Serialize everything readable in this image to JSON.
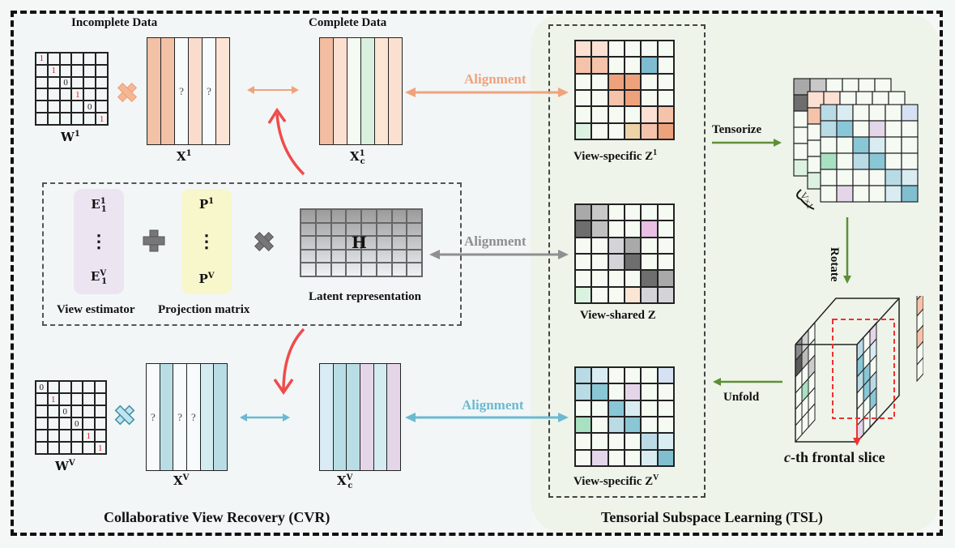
{
  "sections": {
    "cvr_title": "Collaborative View Recovery (CVR)",
    "tsl_title": "Tensorial Subspace Learning (TSL)"
  },
  "incomplete_data": {
    "title": "Incomplete Data",
    "w1_label": "W",
    "w1_sup": "1",
    "w1_diag": [
      "1",
      "1",
      "0",
      "1",
      "0",
      "1"
    ],
    "x1_label": "X",
    "x1_sup": "1",
    "x1_columns": [
      {
        "color": "#f2c1a6",
        "text": ""
      },
      {
        "color": "#f2c1a6",
        "text": ""
      },
      {
        "color": "#f8fbfb",
        "text": "?"
      },
      {
        "color": "#f9dccb",
        "text": ""
      },
      {
        "color": "#f8fbfb",
        "text": "?"
      },
      {
        "color": "#fbe3d5",
        "text": ""
      }
    ],
    "wv_label": "W",
    "wv_sup": "V",
    "wv_diag": [
      "0",
      "1",
      "0",
      "0",
      "1",
      "1"
    ],
    "xv_label": "X",
    "xv_sup": "V",
    "xv_columns": [
      {
        "color": "#f8fbfb",
        "text": "?"
      },
      {
        "color": "#b9dde5",
        "text": ""
      },
      {
        "color": "#f8fbfb",
        "text": "?"
      },
      {
        "color": "#f8fbfb",
        "text": "?"
      },
      {
        "color": "#d4ebf0",
        "text": ""
      },
      {
        "color": "#b9dde5",
        "text": ""
      }
    ]
  },
  "complete_data": {
    "title": "Complete Data",
    "xc1_label": "X",
    "xc1_sup": "1",
    "xc1_sub": "c",
    "xc1_columns": [
      "#f2bda0",
      "#fbe0d2",
      "#f5faf3",
      "#d8f0dd",
      "#fbe6d4",
      "#fbe0d2"
    ],
    "xcv_label": "X",
    "xcv_sup": "V",
    "xcv_sub": "c",
    "xcv_columns": [
      "#d9ebf4",
      "#b9dde5",
      "#b9dde5",
      "#e4d6e8",
      "#d4ebf0",
      "#e4d6e8"
    ]
  },
  "latent": {
    "view_estimator_label": "View estimator",
    "e_top": "E",
    "e_top_sup": "1",
    "e_top_sub": "1",
    "e_bottom": "E",
    "e_bottom_sup": "V",
    "e_bottom_sub": "1",
    "projection_label": "Projection matrix",
    "p_top": "P",
    "p_top_sup": "1",
    "p_bottom": "P",
    "p_bottom_sup": "V",
    "dots": "⋮",
    "h_label": "H",
    "latent_label": "Latent representation"
  },
  "alignment": {
    "top": "Alignment",
    "middle": "Alignment",
    "bottom": "Alignment",
    "colors": {
      "top": "#f0a27c",
      "middle": "#8f8f8f",
      "bottom": "#6bbad1"
    }
  },
  "z_matrices": {
    "z1_label": "View-specific Z",
    "z1_sup": "1",
    "z1_cells": [
      [
        "#fbe0d3",
        "#fbe0d3",
        "",
        "",
        "",
        ""
      ],
      [
        "#f5c3aa",
        "#f5c3aa",
        "",
        "",
        "#7fbcd2",
        ""
      ],
      [
        "",
        "",
        "#eea27c",
        "#eea27c",
        "",
        ""
      ],
      [
        "",
        "",
        "#f5c3aa",
        "#eea27c",
        "",
        ""
      ],
      [
        "",
        "",
        "",
        "",
        "#fbe0d3",
        "#f5c3aa"
      ],
      [
        "#dcf2e1",
        "",
        "",
        "#ecd3a8",
        "#f5c3aa",
        "#eea27c"
      ]
    ],
    "z_label": "View-shared Z",
    "z_cells": [
      [
        "#a9a9a9",
        "#c8c8c8",
        "",
        "",
        "",
        ""
      ],
      [
        "#6e6e6e",
        "#c0c0c0",
        "",
        "",
        "#e9bfe3",
        ""
      ],
      [
        "",
        "",
        "#d4d4d8",
        "#a9a9a9",
        "",
        ""
      ],
      [
        "",
        "",
        "#d4d4d8",
        "#6e6e6e",
        "",
        ""
      ],
      [
        "",
        "",
        "",
        "",
        "#6e6e6e",
        "#a9a9a9"
      ],
      [
        "#dcf2e1",
        "",
        "",
        "#fbe6d4",
        "#d4d4d8",
        "#d4d4d8"
      ]
    ],
    "zv_label": "View-specific Z",
    "zv_sup": "V",
    "zv_cells": [
      [
        "#b9dbe6",
        "#d9ecf2",
        "",
        "",
        "",
        "#d6e2f3"
      ],
      [
        "#b9dbe6",
        "#89c6d6",
        "",
        "#e4d6e8",
        "",
        ""
      ],
      [
        "",
        "",
        "#89c6d6",
        "#d9ecf2",
        "",
        ""
      ],
      [
        "#a8e0c2",
        "",
        "#b9dbe6",
        "#89c6d6",
        "",
        ""
      ],
      [
        "",
        "",
        "",
        "",
        "#b9dbe6",
        "#d9ecf2"
      ],
      [
        "",
        "#e4d6e8",
        "",
        "",
        "#d9ecf2",
        "#7fbfd0"
      ]
    ]
  },
  "tensor": {
    "tensorize_label": "Tensorize",
    "rotate_label": "Rotate",
    "unfold_label": "Unfold",
    "brace_label": "V×1",
    "slice_label_italic": "c",
    "slice_label": "-th frontal slice"
  },
  "colors": {
    "orange_accent": "#f0a27c",
    "blue_accent": "#6bbad1",
    "gray_accent": "#8f8f8f",
    "green_arrow": "#5e8f36",
    "red_arrow": "#f04b4b"
  }
}
